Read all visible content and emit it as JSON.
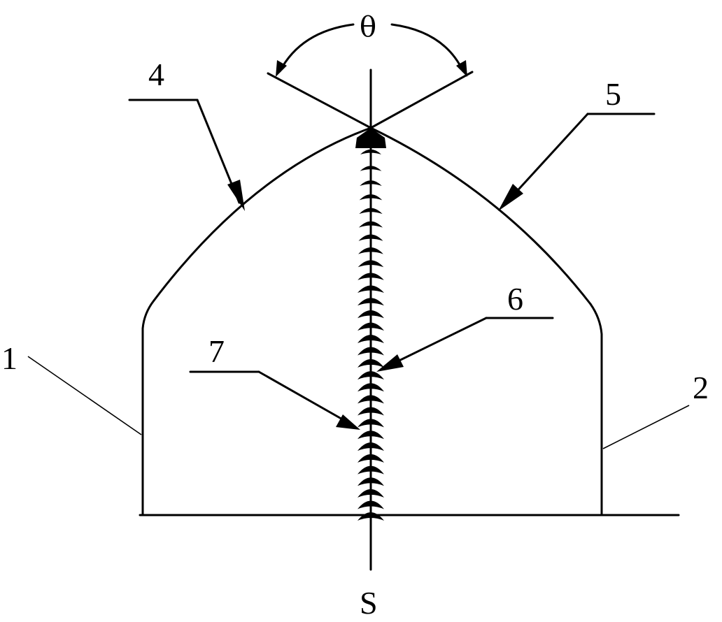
{
  "labels": {
    "angle": "θ",
    "part_1": "1",
    "part_2": "2",
    "part_4": "4",
    "part_5": "5",
    "part_6": "6",
    "part_7": "7",
    "axis_end": "S"
  },
  "colors": {
    "ink": "#000000",
    "background": "#ffffff"
  },
  "fin_row_count": 30
}
